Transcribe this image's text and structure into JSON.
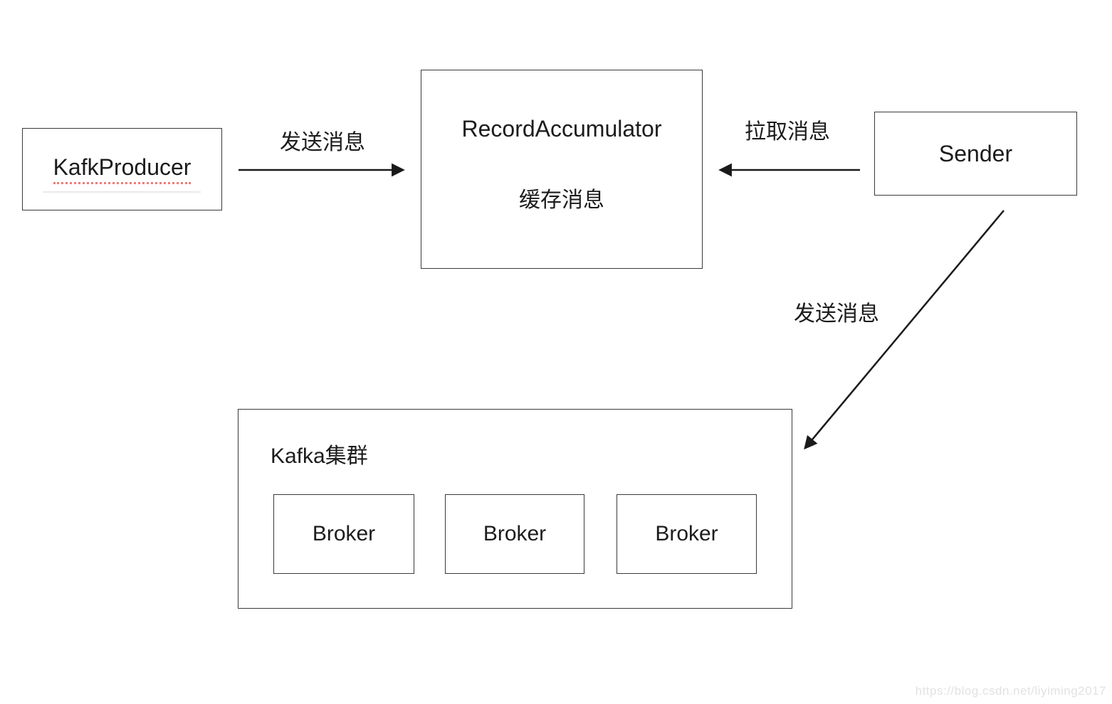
{
  "diagram": {
    "nodes": {
      "producer": {
        "label": "KafkProducer"
      },
      "accumulator": {
        "title": "RecordAccumulator",
        "subtitle": "缓存消息"
      },
      "sender": {
        "label": "Sender"
      },
      "cluster": {
        "title": "Kafka集群",
        "brokers": [
          "Broker",
          "Broker",
          "Broker"
        ]
      }
    },
    "edges": {
      "producer_to_accumulator": {
        "label": "发送消息",
        "direction": "right"
      },
      "sender_to_accumulator": {
        "label": "拉取消息",
        "direction": "left"
      },
      "sender_to_cluster": {
        "label": "发送消息",
        "direction": "down-left"
      }
    },
    "colors": {
      "line": "#1a1a1a",
      "box_border": "#3a3a3a",
      "text": "#1c1c1c",
      "spellcheck_underline": "#ef7c75",
      "watermark": "#e2e2e2"
    }
  },
  "watermark": {
    "text": "https://blog.csdn.net/liyiming2017"
  }
}
